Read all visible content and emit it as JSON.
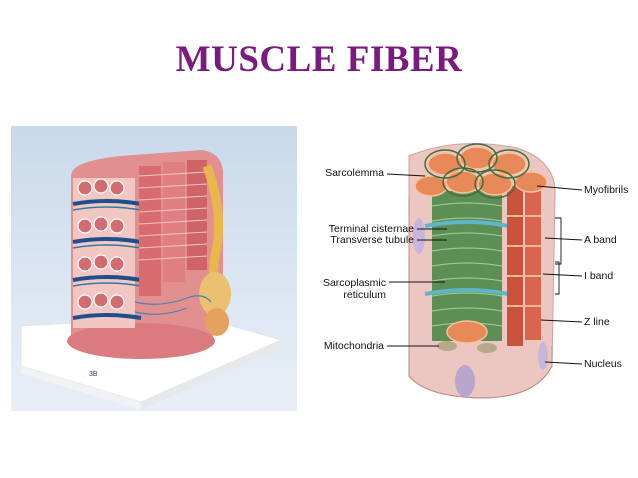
{
  "slide": {
    "title": "MUSCLE FIBER"
  },
  "photo": {
    "icon": "anatomical-model-photo"
  },
  "diagram": {
    "labels_left": {
      "sarcolemma": "Sarcolemma",
      "terminal_cisternae": "Terminal cisternae",
      "transverse_tubule": "Transverse tubule",
      "sarcoplasmic_line1": "Sarcoplasmic",
      "sarcoplasmic_line2": "reticulum",
      "mitochondria": "Mitochondria"
    },
    "labels_right": {
      "myofibrils": "Myofibrils",
      "a_band": "A band",
      "i_band": "I band",
      "z_line": "Z line",
      "nucleus": "Nucleus"
    }
  },
  "colors": {
    "title": "#7b1a7e",
    "photo_background": "#d3e0ee",
    "myofibril_orange": "#e8895a",
    "tubule_blue": "#5fb6c9",
    "reticulum_green": "#5c8e55",
    "fiber_pink": "#e0a0a2",
    "nucleus_purple": "#b9a6cf"
  }
}
